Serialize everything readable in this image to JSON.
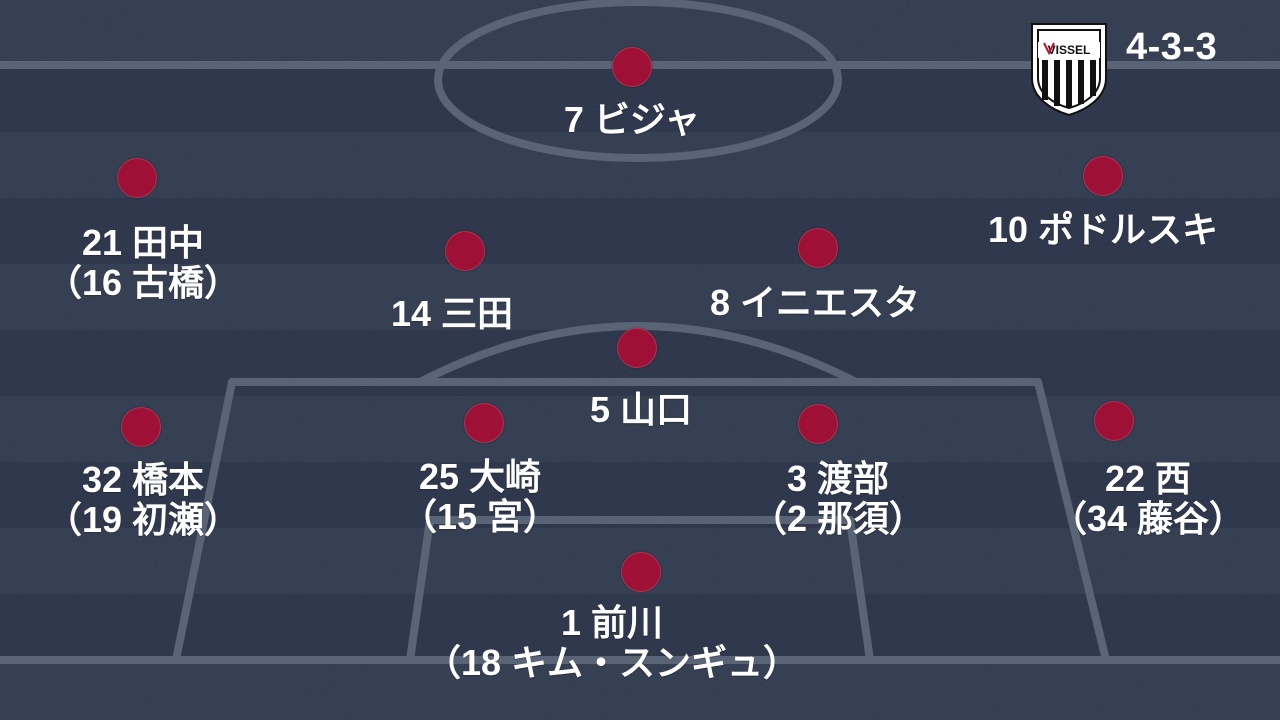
{
  "formation": "4-3-3",
  "team": {
    "badge_text": "VISSEL",
    "badge_icon": "vissel-kobe-crest"
  },
  "colors": {
    "player_dot": "#9e1036",
    "text": "#ffffff",
    "pitch_dark": "#283146",
    "pitch_light": "#2f394d",
    "line": "#5a6477"
  },
  "players": {
    "fw_c": {
      "main": "7 ビジャ",
      "sub": ""
    },
    "fw_l": {
      "main": "21 田中",
      "sub": "（16 古橋）"
    },
    "fw_r": {
      "main": "10 ポドルスキ",
      "sub": ""
    },
    "mf_l": {
      "main": "14 三田",
      "sub": ""
    },
    "mf_r": {
      "main": "8 イニエスタ",
      "sub": ""
    },
    "dmf": {
      "main": "5 山口",
      "sub": ""
    },
    "df_l": {
      "main": "32 橋本",
      "sub": "（19 初瀬）"
    },
    "df_lc": {
      "main": "25 大崎",
      "sub": "（15 宮）"
    },
    "df_rc": {
      "main": "3 渡部",
      "sub": "（2 那須）"
    },
    "df_r": {
      "main": "22 西",
      "sub": "（34 藤谷）"
    },
    "gk": {
      "main": "1 前川",
      "sub": "（18 キム・スンギュ）"
    }
  }
}
